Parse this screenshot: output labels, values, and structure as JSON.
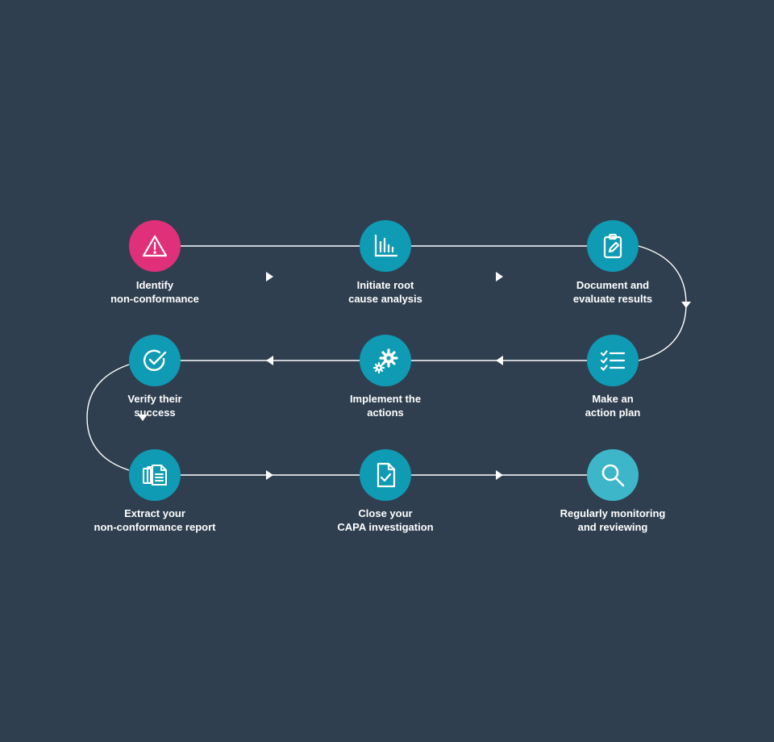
{
  "colors": {
    "background": "#2f3f4f",
    "accent_pink": "#e0307a",
    "accent_teal": "#0f9bb4",
    "accent_light_teal": "#3cb6c8",
    "connector": "#ffffff"
  },
  "steps": [
    {
      "line1": "Identify",
      "line2": "non-conformance",
      "icon": "warning-icon"
    },
    {
      "line1": "Initiate root",
      "line2": "cause analysis",
      "icon": "bar-chart-icon"
    },
    {
      "line1": "Document and",
      "line2": "evaluate results",
      "icon": "clipboard-edit-icon"
    },
    {
      "line1": "Make an",
      "line2": "action plan",
      "icon": "checklist-icon"
    },
    {
      "line1": "Implement the",
      "line2": "actions",
      "icon": "gears-icon"
    },
    {
      "line1": "Verify their",
      "line2": "success",
      "icon": "check-circle-icon"
    },
    {
      "line1": "Extract your",
      "line2": "non-conformance report",
      "icon": "report-documents-icon"
    },
    {
      "line1": "Close your",
      "line2": "CAPA investigation",
      "icon": "document-check-icon"
    },
    {
      "line1": "Regularly monitoring",
      "line2": "and reviewing",
      "icon": "magnifier-icon"
    }
  ]
}
